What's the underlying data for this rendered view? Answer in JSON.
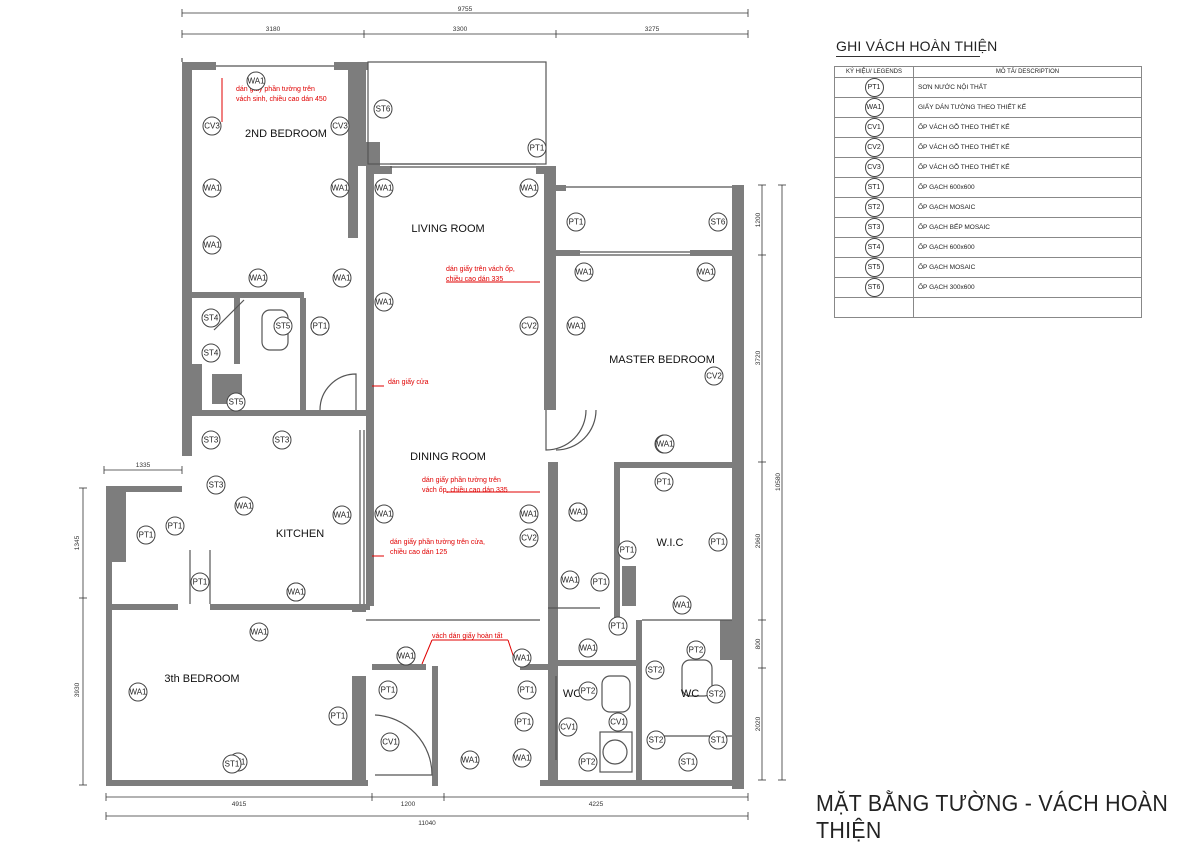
{
  "legend": {
    "title": "GHI VÁCH HOÀN THIỆN",
    "col_symbol": "KÝ HIỆU/ LEGENDS",
    "col_desc": "MÔ TẢ/ DESCRIPTION",
    "rows": [
      {
        "code": "PT1",
        "desc": "SƠN NƯỚC NỘI THẤT"
      },
      {
        "code": "WA1",
        "desc": "GIẤY DÁN TƯỜNG THEO THIẾT KẾ"
      },
      {
        "code": "CV1",
        "desc": "ỐP VÁCH GỖ THEO THIẾT KẾ"
      },
      {
        "code": "CV2",
        "desc": "ỐP VÁCH GỖ THEO THIẾT KẾ"
      },
      {
        "code": "CV3",
        "desc": "ỐP VÁCH GỖ THEO THIẾT KẾ"
      },
      {
        "code": "ST1",
        "desc": "ỐP GẠCH 600x600"
      },
      {
        "code": "ST2",
        "desc": "ỐP GẠCH MOSAIC"
      },
      {
        "code": "ST3",
        "desc": "ỐP GẠCH BẾP MOSAIC"
      },
      {
        "code": "ST4",
        "desc": "ỐP GẠCH 600x600"
      },
      {
        "code": "ST5",
        "desc": "ỐP GẠCH MOSAIC"
      },
      {
        "code": "ST6",
        "desc": "ỐP GẠCH 300x600"
      },
      {
        "code": "",
        "desc": ""
      }
    ]
  },
  "main_title": "MẶT BẰNG TƯỜNG - VÁCH HOÀN THIỆN",
  "rooms": [
    {
      "name": "2ND BEDROOM"
    },
    {
      "name": "LIVING ROOM"
    },
    {
      "name": "MASTER BEDROOM"
    },
    {
      "name": "DINING ROOM"
    },
    {
      "name": "KITCHEN"
    },
    {
      "name": "W.I.C"
    },
    {
      "name": "3th BEDROOM"
    },
    {
      "name": "WC"
    },
    {
      "name": "WC"
    }
  ],
  "notes": [
    "dán giấy phần tường trên",
    "vách sinh, chiều cao dán 450",
    "dán giấy trên vách ốp,",
    "chiều cao dán 335",
    "dán giấy cửa",
    "dán giấy phần tường trên",
    "vách ốp, chiều cao dán 335",
    "dán giấy phần tường trên cửa,",
    "chiều cao dán 125",
    "vách dán giấy hoàn tất"
  ],
  "dimensions": {
    "top_total": "9755",
    "top": [
      "3180",
      "3300",
      "3275"
    ],
    "left_small": "1335",
    "left_v": [
      "1345",
      "3930"
    ],
    "right_v": [
      "1200",
      "3720",
      "2960",
      "800",
      "2020"
    ],
    "right_total": "10580",
    "bottom": [
      "4915",
      "1200",
      "4225"
    ],
    "bottom_total": "11040"
  },
  "tags": [
    "WA1",
    "CV3",
    "CV3",
    "WA1",
    "WA1",
    "WA1",
    "WA1",
    "WA1",
    "ST6",
    "PT1",
    "WA1",
    "WA1",
    "WA1",
    "CV2",
    "WA1",
    "WA1",
    "PT1",
    "ST6",
    "WA1",
    "WA1",
    "WA1",
    "CV2",
    "WA1",
    "ST4",
    "ST4",
    "ST5",
    "ST5",
    "ST3",
    "ST3",
    "ST3",
    "WA1",
    "WA1",
    "WA1",
    "PT1",
    "PT1",
    "PT1",
    "WA1",
    "WA1",
    "CV2",
    "WA1",
    "PT1",
    "PT1",
    "WA1",
    "PT1",
    "PT1",
    "WA1",
    "PT1",
    "WA1",
    "WA1",
    "WA1",
    "WA1",
    "WA1",
    "PT1",
    "PT1",
    "PT1",
    "PT1",
    "CV1",
    "WA1",
    "CV1",
    "WA1",
    "PT1",
    "PT2",
    "PT2",
    "CV1",
    "PT2",
    "ST2",
    "ST2",
    "ST2",
    "ST1",
    "ST1",
    "ST1",
    "WA1",
    "PT1",
    "WA1",
    "WA1"
  ]
}
